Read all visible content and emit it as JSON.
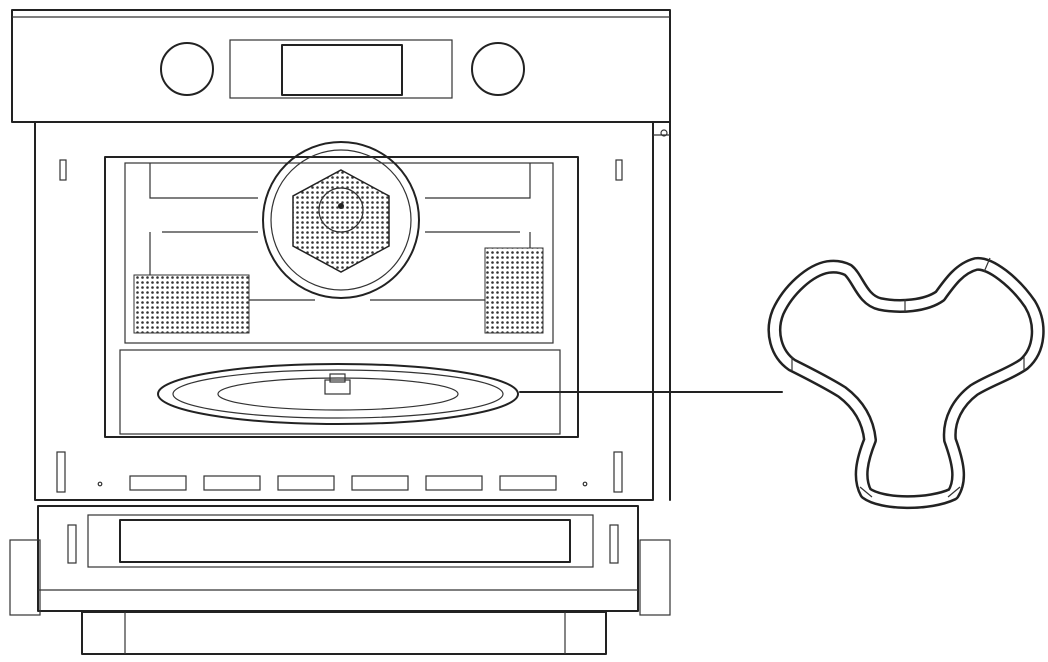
{
  "figure": {
    "description_free": true,
    "parts": [
      {
        "id": "oven-body",
        "icon": "oven-icon"
      },
      {
        "id": "control-panel",
        "icon": "control-panel-icon"
      },
      {
        "id": "left-knob",
        "icon": "knob-icon"
      },
      {
        "id": "right-knob",
        "icon": "knob-icon"
      },
      {
        "id": "display",
        "icon": "display-icon"
      },
      {
        "id": "cavity",
        "icon": "cavity-icon"
      },
      {
        "id": "fan-cover",
        "icon": "fan-icon"
      },
      {
        "id": "turntable",
        "icon": "turntable-icon"
      },
      {
        "id": "door",
        "icon": "door-icon"
      },
      {
        "id": "turntable-support",
        "icon": "turntable-support-icon"
      }
    ]
  },
  "colors": {
    "line": "#222222",
    "background": "#ffffff",
    "mesh": "#333333"
  }
}
